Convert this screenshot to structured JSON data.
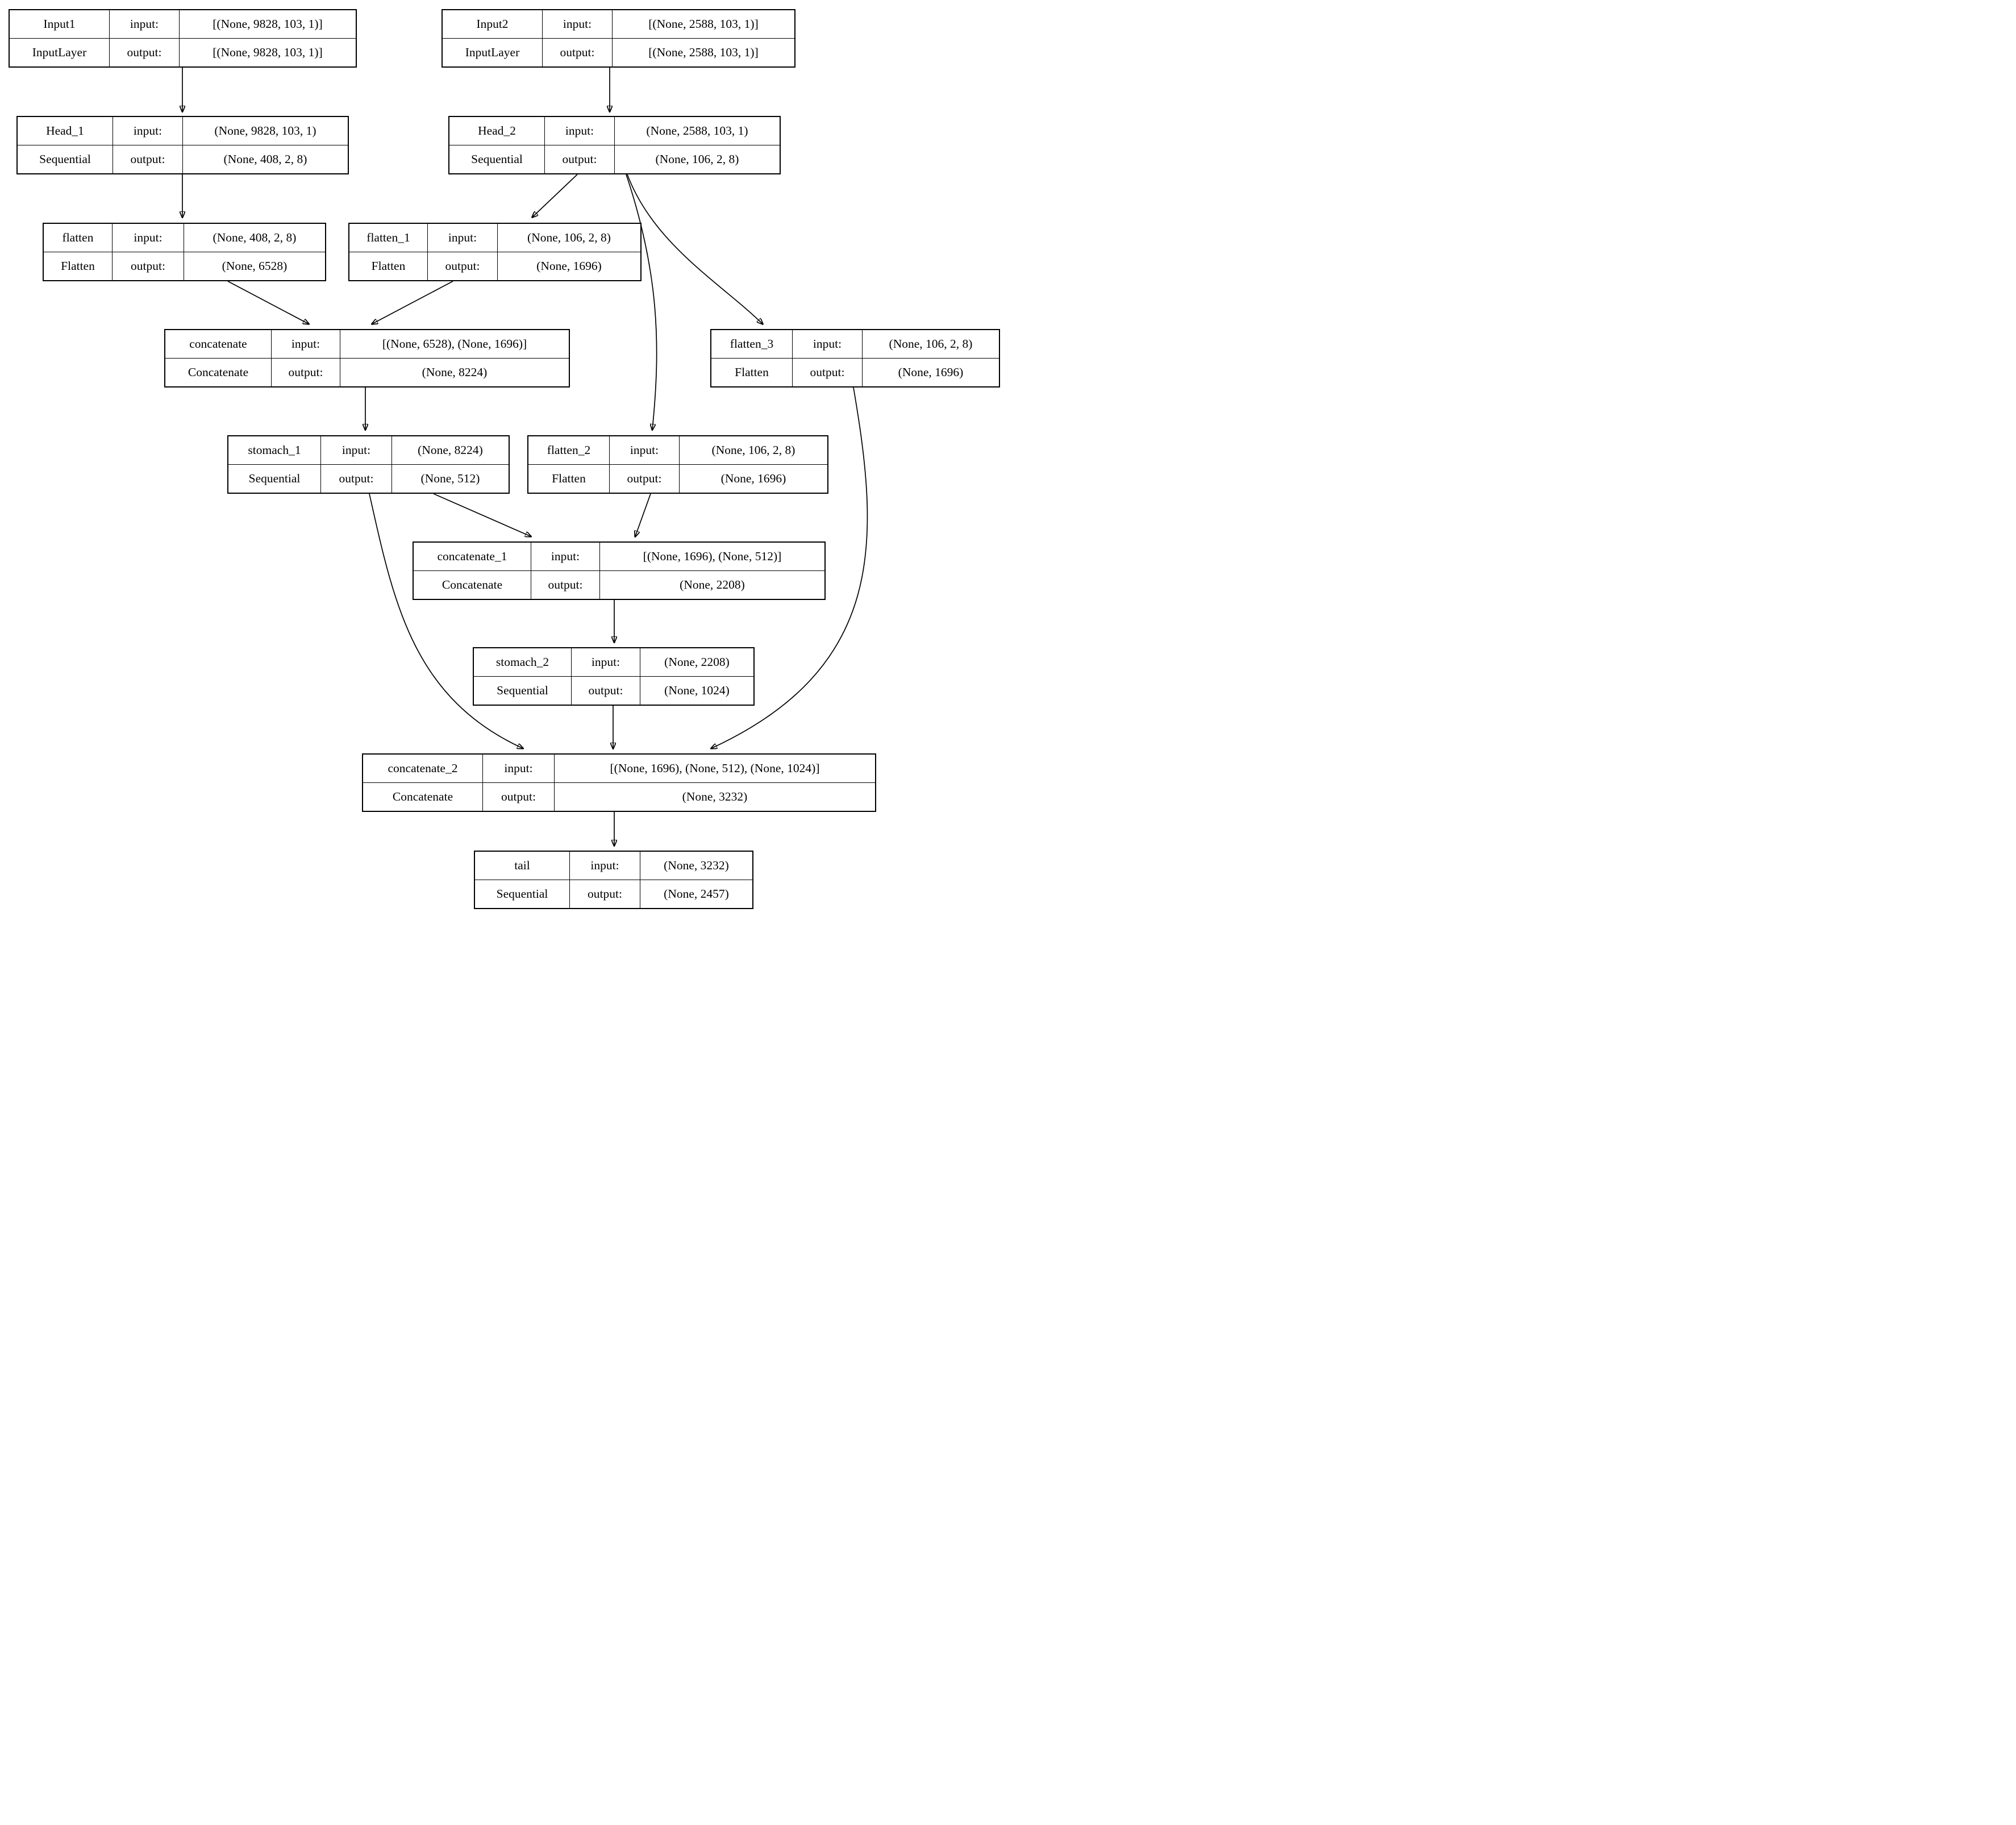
{
  "diagram": {
    "kind": "keras-model-plot",
    "colors": {
      "background": "#ffffff",
      "border": "#000000",
      "text": "#000000",
      "edge": "#000000"
    },
    "nodes": [
      {
        "id": "input1",
        "name": "Input1",
        "layer_type": "InputLayer",
        "input_label": "input:",
        "output_label": "output:",
        "input_shape": "[(None, 9828, 103, 1)]",
        "output_shape": "[(None, 9828, 103, 1)]"
      },
      {
        "id": "input2",
        "name": "Input2",
        "layer_type": "InputLayer",
        "input_label": "input:",
        "output_label": "output:",
        "input_shape": "[(None, 2588, 103, 1)]",
        "output_shape": "[(None, 2588, 103, 1)]"
      },
      {
        "id": "head_1",
        "name": "Head_1",
        "layer_type": "Sequential",
        "input_label": "input:",
        "output_label": "output:",
        "input_shape": "(None, 9828, 103, 1)",
        "output_shape": "(None, 408, 2, 8)"
      },
      {
        "id": "head_2",
        "name": "Head_2",
        "layer_type": "Sequential",
        "input_label": "input:",
        "output_label": "output:",
        "input_shape": "(None, 2588, 103, 1)",
        "output_shape": "(None, 106, 2, 8)"
      },
      {
        "id": "flatten",
        "name": "flatten",
        "layer_type": "Flatten",
        "input_label": "input:",
        "output_label": "output:",
        "input_shape": "(None, 408, 2, 8)",
        "output_shape": "(None, 6528)"
      },
      {
        "id": "flatten_1",
        "name": "flatten_1",
        "layer_type": "Flatten",
        "input_label": "input:",
        "output_label": "output:",
        "input_shape": "(None, 106, 2, 8)",
        "output_shape": "(None, 1696)"
      },
      {
        "id": "concatenate",
        "name": "concatenate",
        "layer_type": "Concatenate",
        "input_label": "input:",
        "output_label": "output:",
        "input_shape": "[(None, 6528), (None, 1696)]",
        "output_shape": "(None, 8224)"
      },
      {
        "id": "flatten_3",
        "name": "flatten_3",
        "layer_type": "Flatten",
        "input_label": "input:",
        "output_label": "output:",
        "input_shape": "(None, 106, 2, 8)",
        "output_shape": "(None, 1696)"
      },
      {
        "id": "stomach_1",
        "name": "stomach_1",
        "layer_type": "Sequential",
        "input_label": "input:",
        "output_label": "output:",
        "input_shape": "(None, 8224)",
        "output_shape": "(None, 512)"
      },
      {
        "id": "flatten_2",
        "name": "flatten_2",
        "layer_type": "Flatten",
        "input_label": "input:",
        "output_label": "output:",
        "input_shape": "(None, 106, 2, 8)",
        "output_shape": "(None, 1696)"
      },
      {
        "id": "concatenate_1",
        "name": "concatenate_1",
        "layer_type": "Concatenate",
        "input_label": "input:",
        "output_label": "output:",
        "input_shape": "[(None, 1696), (None, 512)]",
        "output_shape": "(None, 2208)"
      },
      {
        "id": "stomach_2",
        "name": "stomach_2",
        "layer_type": "Sequential",
        "input_label": "input:",
        "output_label": "output:",
        "input_shape": "(None, 2208)",
        "output_shape": "(None, 1024)"
      },
      {
        "id": "concatenate_2",
        "name": "concatenate_2",
        "layer_type": "Concatenate",
        "input_label": "input:",
        "output_label": "output:",
        "input_shape": "[(None, 1696), (None, 512), (None, 1024)]",
        "output_shape": "(None, 3232)"
      },
      {
        "id": "tail",
        "name": "tail",
        "layer_type": "Sequential",
        "input_label": "input:",
        "output_label": "output:",
        "input_shape": "(None, 3232)",
        "output_shape": "(None, 2457)"
      }
    ],
    "edges": [
      {
        "from": "Input1",
        "to": "Head_1"
      },
      {
        "from": "Input2",
        "to": "Head_2"
      },
      {
        "from": "Head_1",
        "to": "flatten"
      },
      {
        "from": "Head_2",
        "to": "flatten_1"
      },
      {
        "from": "Head_2",
        "to": "flatten_3"
      },
      {
        "from": "Head_2",
        "to": "flatten_2"
      },
      {
        "from": "flatten",
        "to": "concatenate"
      },
      {
        "from": "flatten_1",
        "to": "concatenate"
      },
      {
        "from": "concatenate",
        "to": "stomach_1"
      },
      {
        "from": "stomach_1",
        "to": "concatenate_1"
      },
      {
        "from": "flatten_2",
        "to": "concatenate_1"
      },
      {
        "from": "concatenate_1",
        "to": "stomach_2"
      },
      {
        "from": "stomach_1",
        "to": "concatenate_2"
      },
      {
        "from": "stomach_2",
        "to": "concatenate_2"
      },
      {
        "from": "flatten_3",
        "to": "concatenate_2"
      },
      {
        "from": "concatenate_2",
        "to": "tail"
      }
    ]
  }
}
